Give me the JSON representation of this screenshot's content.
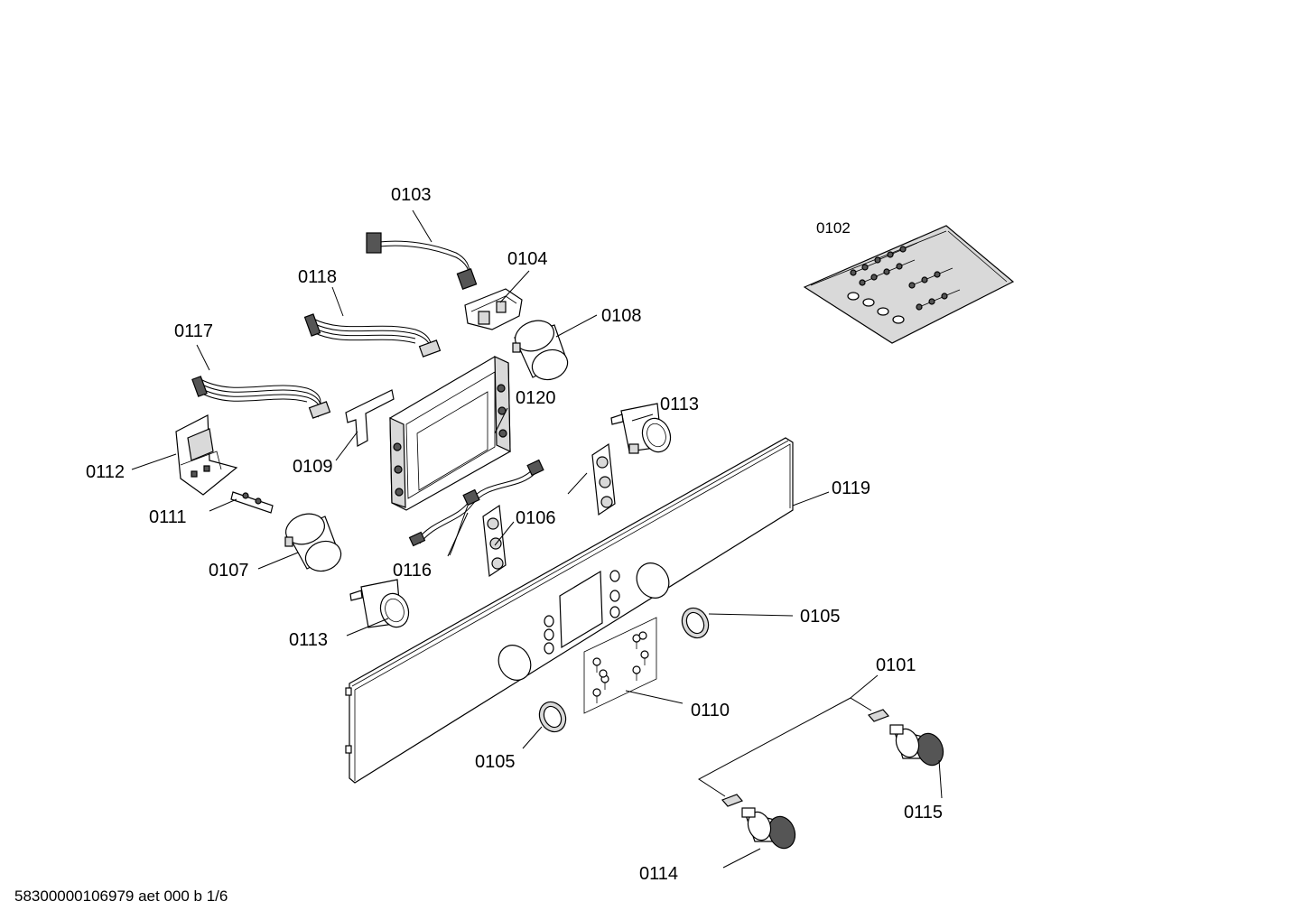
{
  "labels": {
    "p0101": "0101",
    "p0102": "0102",
    "p0103": "0103",
    "p0104": "0104",
    "p0105a": "0105",
    "p0105b": "0105",
    "p0106": "0106",
    "p0107": "0107",
    "p0108": "0108",
    "p0109": "0109",
    "p0110": "0110",
    "p0111": "0111",
    "p0112": "0112",
    "p0113a": "0113",
    "p0113b": "0113",
    "p0114": "0114",
    "p0115": "0115",
    "p0116": "0116",
    "p0117": "0117",
    "p0118": "0118",
    "p0119": "0119",
    "p0120": "0120"
  },
  "footer": "58300000106979 aet 000 b 1/6"
}
